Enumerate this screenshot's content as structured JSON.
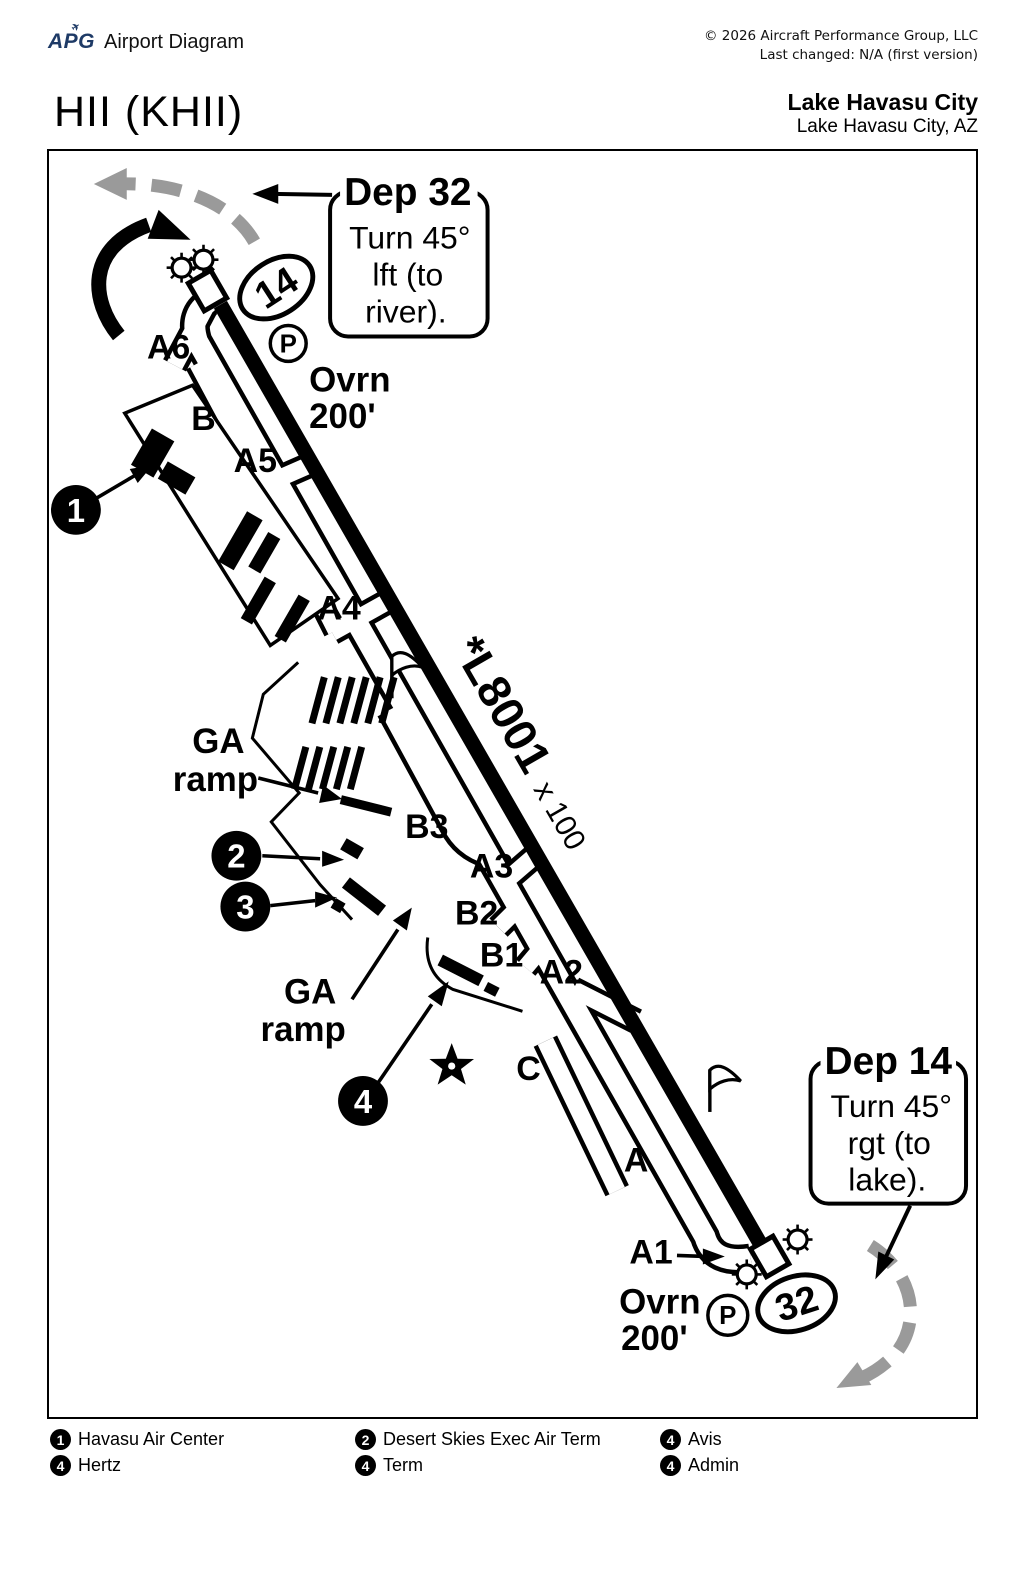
{
  "header": {
    "logo_text": "APG",
    "product_title": "Airport Diagram",
    "copyright_line": "© 2026 Aircraft Performance Group, LLC",
    "last_changed_line": "Last changed: N/A (first version)"
  },
  "airport": {
    "identifier": "HII (KHII)",
    "name": "Lake Havasu City",
    "city_state": "Lake Havasu City, AZ"
  },
  "diagram": {
    "runway_ends": {
      "r14": "14",
      "r32": "32"
    },
    "runway_dimensions": {
      "length": "*L8001",
      "width": "x 100"
    },
    "overrun": {
      "line1": "Ovrn",
      "line2": "200'"
    },
    "parking_symbol": "P",
    "taxiways": {
      "a6": "A6",
      "b": "B",
      "a5": "A5",
      "a4": "A4",
      "b3": "B3",
      "a3": "A3",
      "b2": "B2",
      "b1": "B1",
      "a2": "A2",
      "c": "C",
      "a": "A",
      "a1": "A1"
    },
    "ga_ramp": {
      "line1": "GA",
      "line2": "ramp"
    },
    "dep32_note": {
      "title": "Dep 32",
      "lines": [
        "Turn 45°",
        "lft (to",
        "river)."
      ]
    },
    "dep14_note": {
      "title": "Dep 14",
      "lines": [
        "Turn 45°",
        "rgt (to",
        "lake)."
      ]
    },
    "markers": {
      "m1": "1",
      "m2": "2",
      "m3": "3",
      "m4": "4"
    }
  },
  "legend": {
    "items": [
      {
        "marker": "1",
        "label": "Havasu Air Center"
      },
      {
        "marker": "2",
        "label": "Desert Skies Exec Air Term"
      },
      {
        "marker": "4",
        "label": "Avis"
      },
      {
        "marker": "4",
        "label": "Hertz"
      },
      {
        "marker": "4",
        "label": "Term"
      },
      {
        "marker": "4",
        "label": "Admin"
      }
    ]
  },
  "colors": {
    "ink": "#000000",
    "pattern_arrow_gray": "#9a9a9a",
    "logo_navy": "#1e3a66",
    "background": "#ffffff"
  }
}
